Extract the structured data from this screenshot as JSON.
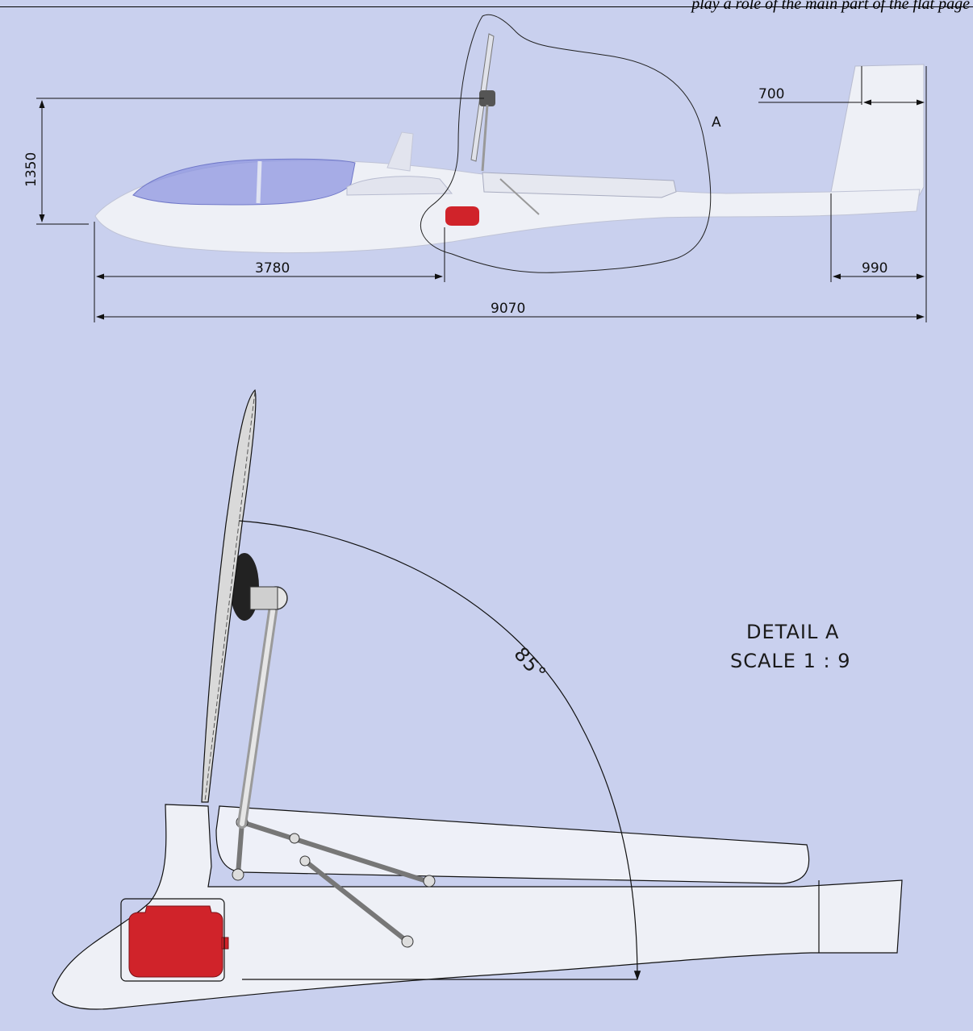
{
  "header": {
    "text": "play a role of the main part of the flat page"
  },
  "overview": {
    "dimensions": {
      "height_total": "1350",
      "nose_to_pylon": "3780",
      "overall_length": "9070",
      "fin_chord_top": "700",
      "fin_chord_bottom": "990"
    },
    "detail_callout_label": "A"
  },
  "detail": {
    "title": "DETAIL A",
    "scale": "SCALE 1 : 9",
    "angle": "85°"
  },
  "colors": {
    "background": "#c9d0ee",
    "fuselage": "#eef0f6",
    "canopy": "#8e96e0",
    "battery": "#d0232a",
    "lines": "#111111"
  }
}
